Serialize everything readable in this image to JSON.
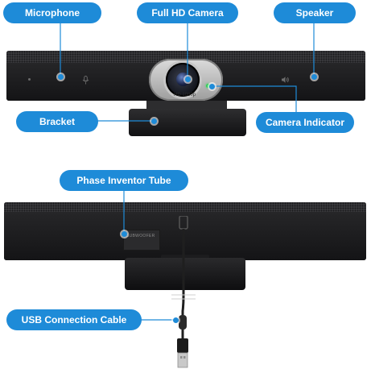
{
  "labels": {
    "microphone": "Microphone",
    "full_hd_camera": "Full HD Camera",
    "speaker": "Speaker",
    "bracket": "Bracket",
    "camera_indicator": "Camera Indicator",
    "phase_inventor_tube": "Phase Inventor Tube",
    "usb_connection_cable": "USB Connection Cable"
  },
  "device": {
    "resolution_badge": "HD 1080p",
    "sticker_text": "SUBWOOFER"
  },
  "colors": {
    "accent": "#1e8bd8",
    "indicator_led": "#35d05a"
  }
}
